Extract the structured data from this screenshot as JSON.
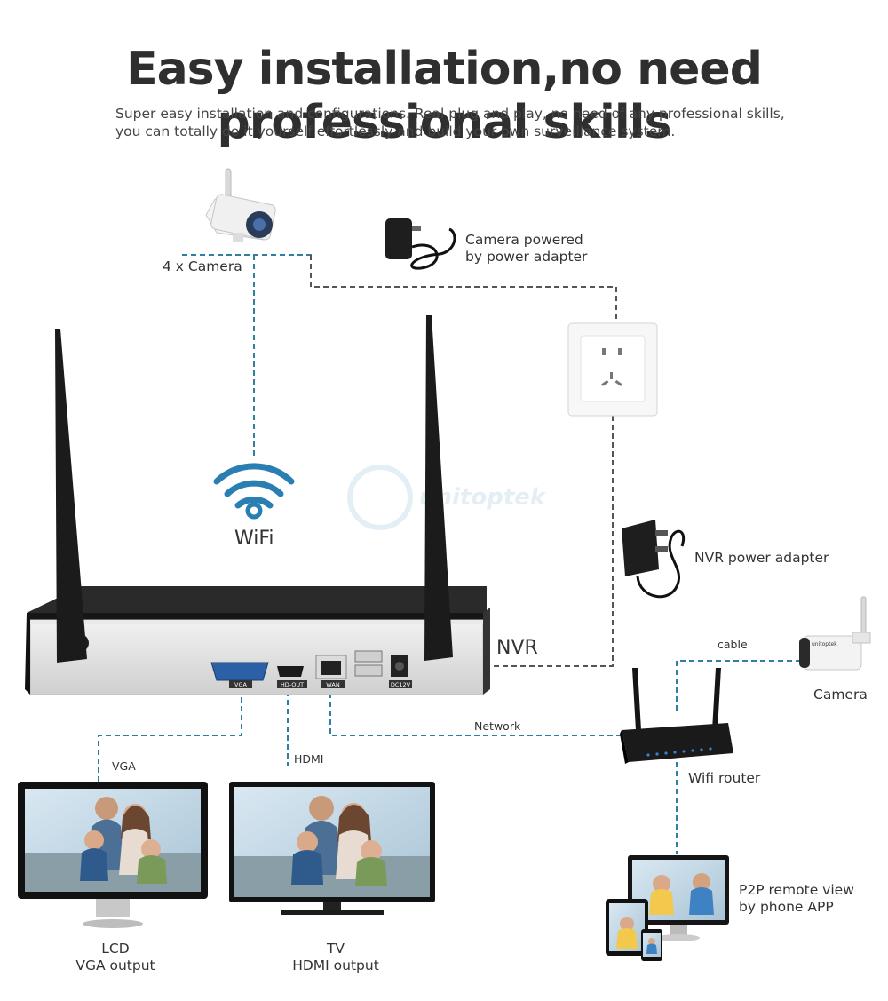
{
  "title": "Easy installation,no need professional skills",
  "subtitle": {
    "line1": "Super easy installation and configurations. Real plug and play, no need of any professional skills,",
    "line2": "you can totally do it yourself effortlessly and build your own surveillance system."
  },
  "labels": {
    "camera_top": "4 x Camera",
    "camera_power_line1": "Camera powered",
    "camera_power_line2": "by power adapter",
    "wifi": "WiFi",
    "nvr": "NVR",
    "nvr_power": "NVR power adapter",
    "cable": "cable",
    "camera_right": "Camera",
    "network": "Network",
    "wifi_router": "Wifi router",
    "vga": "VGA",
    "hdmi": "HDMI",
    "p2p_line1": "P2P remote view",
    "p2p_line2": "by phone APP",
    "lcd_line1": "LCD",
    "lcd_line2": "VGA output",
    "tv_line1": "TV",
    "tv_line2": "HDMI output"
  },
  "nvr_ports": {
    "vga": "VGA",
    "hdmi": "HD-OUT",
    "wan": "WAN",
    "dc": "DC12V"
  },
  "watermark": "unitoptek",
  "camera_brand": "unitoptek",
  "colors": {
    "dashed_blue": "#2e7fa0",
    "dashed_gray": "#555555",
    "wifi_blue": "#2a7fb2",
    "nvr_body": "#222222"
  }
}
